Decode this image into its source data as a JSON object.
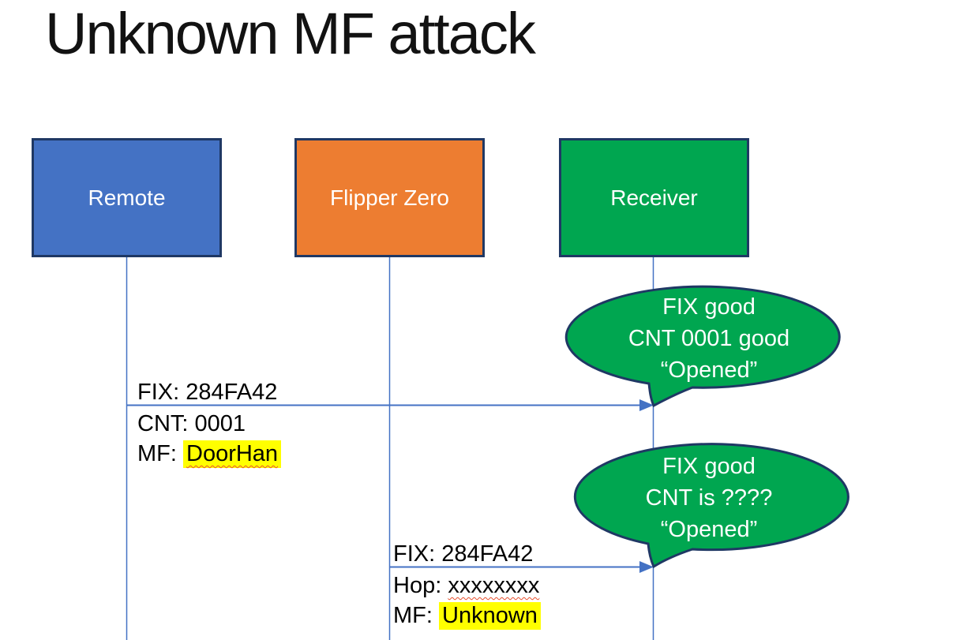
{
  "title": "Unknown MF attack",
  "actors": [
    {
      "label": "Remote",
      "fill": "#4472C4"
    },
    {
      "label": "Flipper Zero",
      "fill": "#ED7D31"
    },
    {
      "label": "Receiver",
      "fill": "#00A650"
    }
  ],
  "messages": [
    {
      "from": "Remote",
      "to": "Receiver",
      "above": "FIX: 284FA42",
      "rows": [
        {
          "prefix": "CNT: ",
          "value": "0001"
        },
        {
          "prefix": "MF: ",
          "value": "DoorHan"
        }
      ]
    },
    {
      "from": "Flipper Zero",
      "to": "Receiver",
      "above": "FIX: 284FA42",
      "rows": [
        {
          "prefix": "Hop: ",
          "value": "xxxxxxxx"
        },
        {
          "prefix": "MF: ",
          "value": "Unknown"
        }
      ]
    }
  ],
  "callouts": [
    {
      "line1": "FIX good",
      "line2": "CNT 0001 good",
      "line3": "“Opened”"
    },
    {
      "line1": "FIX good",
      "line2": "CNT is ????",
      "line3": "“Opened”"
    }
  ],
  "colors": {
    "remote_fill": "#4472C4",
    "flipper_fill": "#ED7D31",
    "receiver_fill": "#00A650",
    "callout_fill": "#00A650",
    "shape_border": "#1F3864",
    "line_blue": "#4472C4",
    "highlight": "#FFFF00",
    "squiggle_red": "#E8502E",
    "text_black": "#000000",
    "text_white": "#FFFFFF"
  }
}
